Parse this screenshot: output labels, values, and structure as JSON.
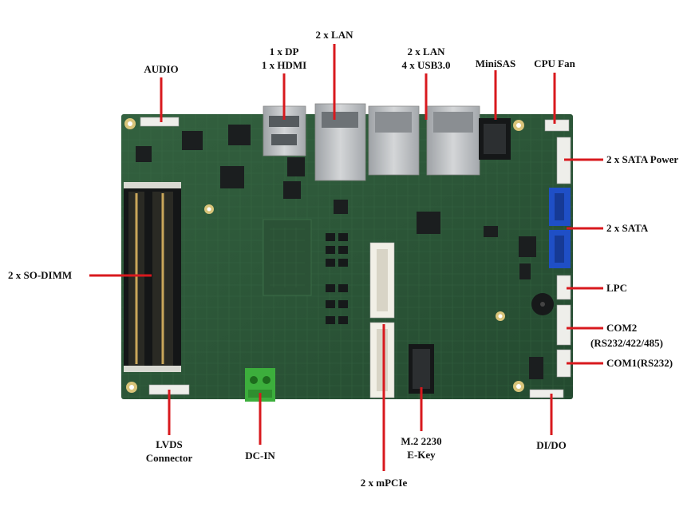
{
  "labels": {
    "audio": "AUDIO",
    "dp_hdmi_1": "1 x DP",
    "dp_hdmi_2": "1 x HDMI",
    "lan_top": "2 x LAN",
    "lan_usb_1": "2 x LAN",
    "lan_usb_2": "4 x USB3.0",
    "minisas": "MiniSAS",
    "cpu_fan": "CPU Fan",
    "sata_power": "2 x SATA Power",
    "sata": "2 x SATA",
    "so_dimm": "2 x SO-DIMM",
    "lpc": "LPC",
    "com2_1": "COM2",
    "com2_2": "(RS232/422/485)",
    "com1": "COM1(RS232)",
    "lvds_1": "LVDS",
    "lvds_2": "Connector",
    "dc_in": "DC-IN",
    "m2_1": "M.2 2230",
    "m2_2": "E-Key",
    "dido": "DI/DO",
    "mpcie": "2 x mPCIe"
  },
  "colors": {
    "pcb": "#2f5a3c",
    "pcb_dark": "#24472f",
    "callout": "#d8191e",
    "metal": "#b9bcc0",
    "slot_blue": "#1f4fc6",
    "connector_white": "#eeeeea",
    "dc_green": "#3cae3c"
  }
}
